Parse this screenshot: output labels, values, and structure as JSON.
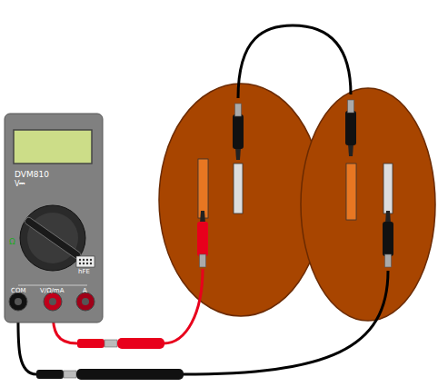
{
  "diagram": {
    "labels": [
      "DVM810",
      "V⎓",
      "hFE",
      "Ω",
      "COM",
      "V/Ω/mA",
      "A"
    ]
  }
}
